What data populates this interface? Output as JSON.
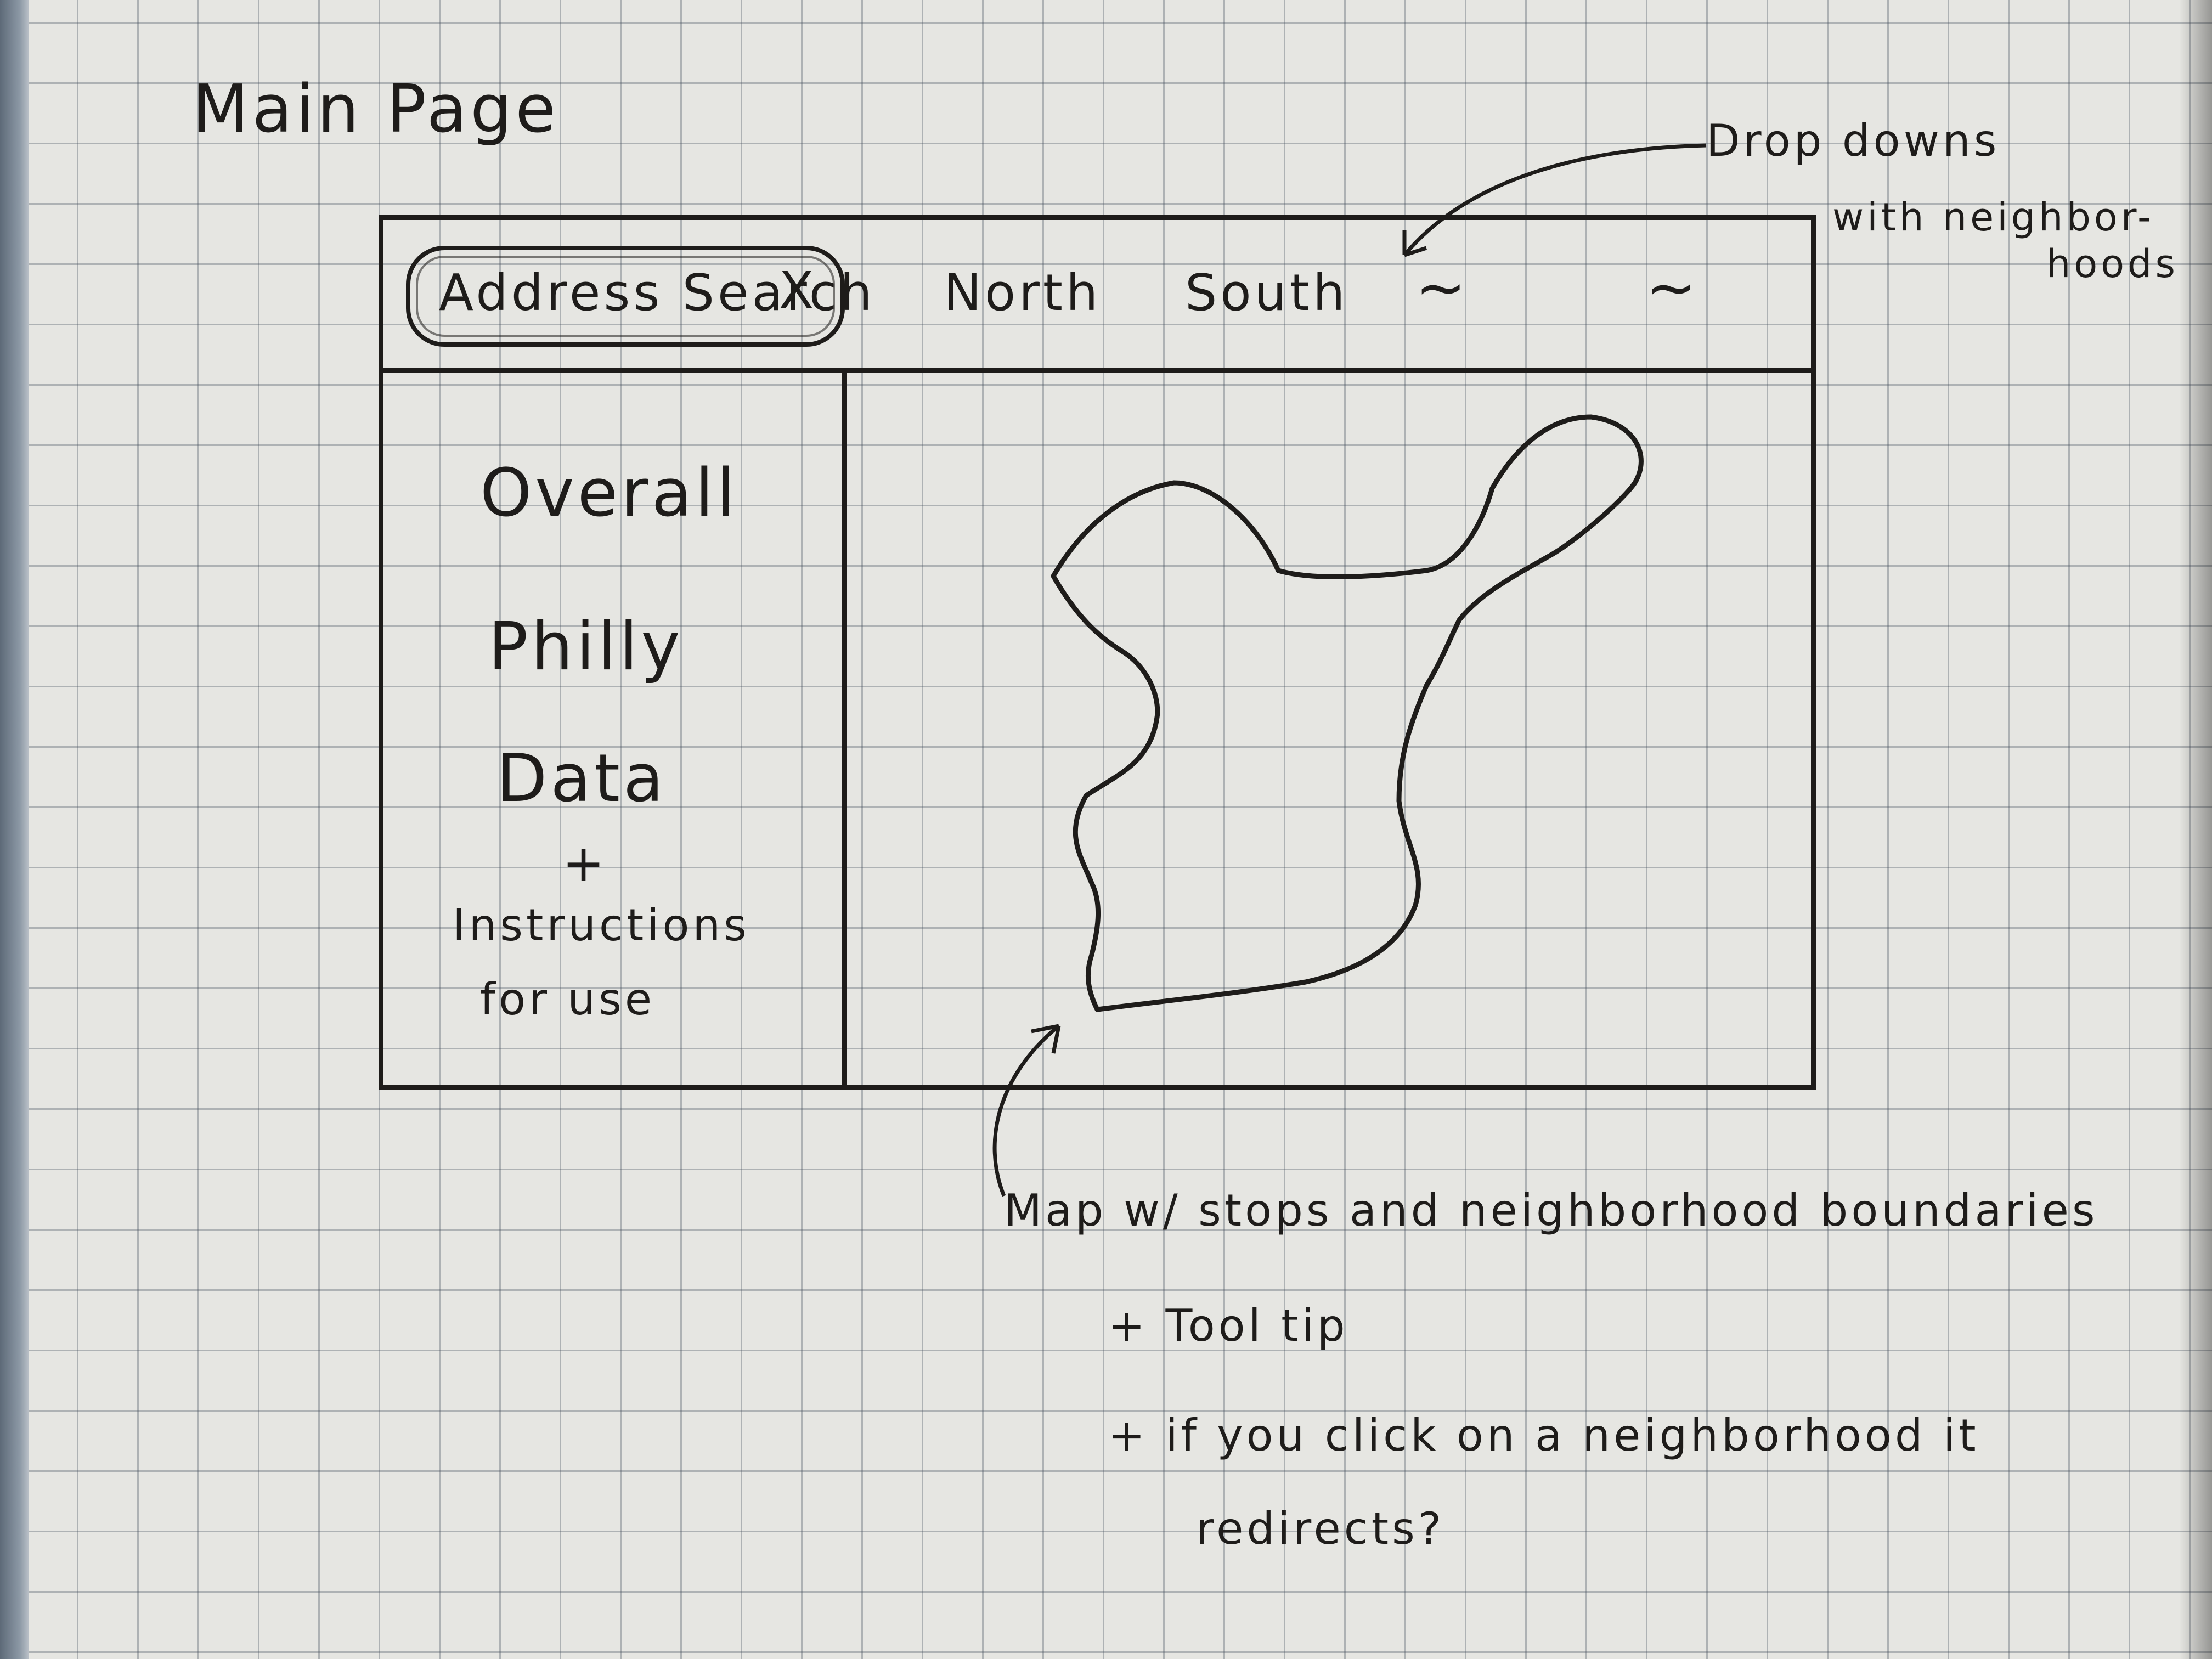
{
  "page": {
    "title": "Main Page"
  },
  "header": {
    "search_label": "Address Search",
    "search_clear": "X",
    "dropdowns": [
      "North",
      "South",
      "~",
      "~"
    ]
  },
  "sidebar": {
    "lines": [
      "Overall",
      "Philly",
      "Data",
      "+",
      "Instructions",
      "for use"
    ]
  },
  "annotations": {
    "dropdowns_note": [
      "Drop downs",
      "with neighbor-",
      "hoods"
    ],
    "map_note": [
      "Map w/ stops and neighborhood boundaries",
      "+ Tool tip",
      "+ if you click on a neighborhood it",
      "redirects?"
    ]
  },
  "colors": {
    "paper": "#e6e6e2",
    "grid": "#46505f",
    "ink": "#1e1c1a"
  }
}
